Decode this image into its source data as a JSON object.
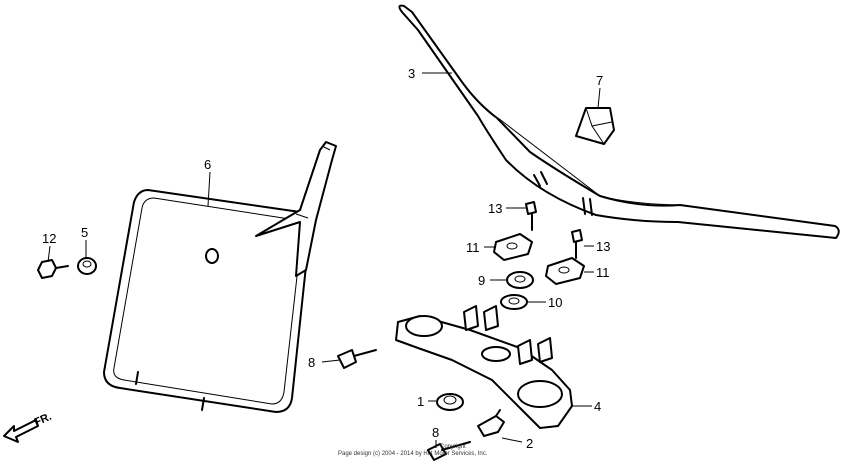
{
  "callouts": [
    {
      "id": "c1",
      "text": "1"
    },
    {
      "id": "c2",
      "text": "2"
    },
    {
      "id": "c3",
      "text": "3"
    },
    {
      "id": "c4",
      "text": "4"
    },
    {
      "id": "c5",
      "text": "5"
    },
    {
      "id": "c6",
      "text": "6"
    },
    {
      "id": "c7",
      "text": "7"
    },
    {
      "id": "c8a",
      "text": "8"
    },
    {
      "id": "c8b",
      "text": "8"
    },
    {
      "id": "c9",
      "text": "9"
    },
    {
      "id": "c10",
      "text": "10"
    },
    {
      "id": "c11a",
      "text": "11"
    },
    {
      "id": "c11b",
      "text": "11"
    },
    {
      "id": "c12",
      "text": "12"
    },
    {
      "id": "c13a",
      "text": "13"
    },
    {
      "id": "c13b",
      "text": "13"
    }
  ],
  "direction_label": "FR.",
  "copyright": {
    "line1": "Copyright",
    "line2": "Page design (c) 2004 - 2014 by Hot Motor Services, Inc."
  }
}
